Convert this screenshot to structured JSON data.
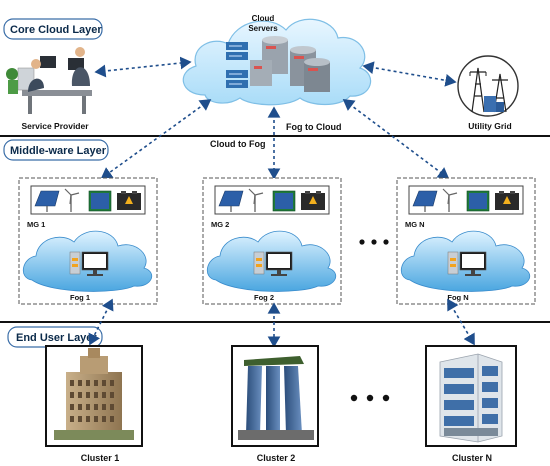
{
  "layers": {
    "core": "Core Cloud Layer",
    "middle": "Middle-ware Layer",
    "end": "End User Layer"
  },
  "cloud": {
    "label": "Cloud\nServers",
    "label_line1": "Cloud",
    "label_line2": "Servers"
  },
  "nodes": {
    "service_provider": "Service Provider",
    "utility_grid": "Utility Grid"
  },
  "links": {
    "fog_to_cloud": "Fog to Cloud",
    "cloud_to_fog": "Cloud to Fog"
  },
  "microgrids": [
    {
      "mg": "MG 1",
      "fog": "Fog 1"
    },
    {
      "mg": "MG 2",
      "fog": "Fog 2"
    },
    {
      "mg": "MG N",
      "fog": "Fog N"
    }
  ],
  "clusters": [
    "Cluster 1",
    "Cluster 2",
    "Cluster N"
  ],
  "colors": {
    "layer_line": "#111111",
    "arrow": "#1f4e8c",
    "cloud_fill": "#bfe6fb",
    "cloud_dark": "#3b9ad9",
    "box_border": "#555555"
  },
  "icons": [
    "solar-panel-icon",
    "wind-turbine-icon",
    "battery-icon",
    "charger-icon",
    "server-icon",
    "computer-icon",
    "building-icon",
    "transmission-tower-icon"
  ]
}
